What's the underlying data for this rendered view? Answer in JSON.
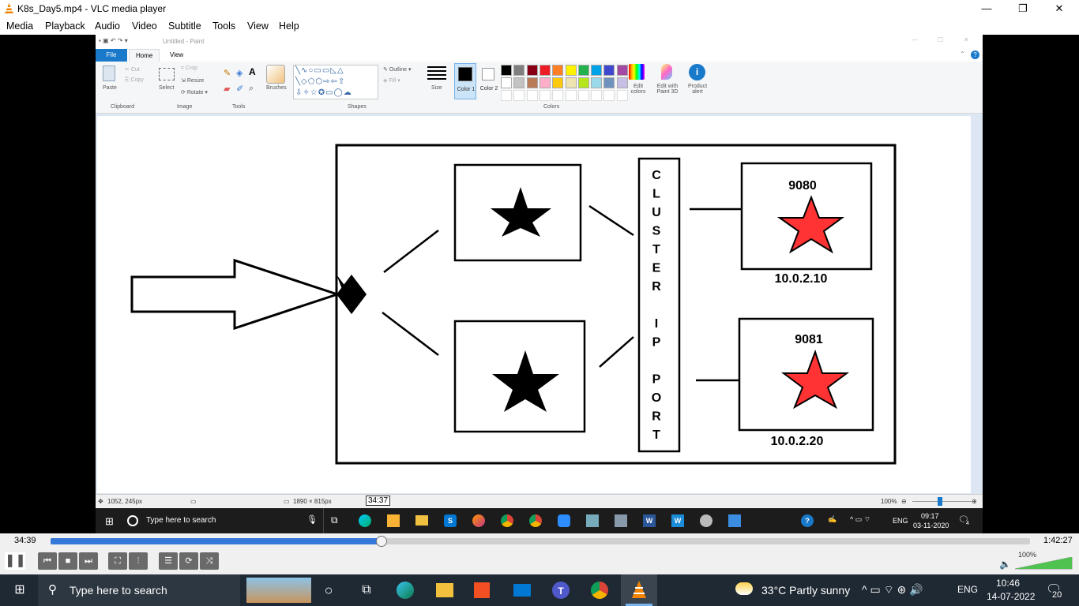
{
  "window": {
    "title": "K8s_Day5.mp4 - VLC media player",
    "minimize_icon": "—",
    "maximize_icon": "❐",
    "close_icon": "✕"
  },
  "menu": [
    "Media",
    "Playback",
    "Audio",
    "Video",
    "Subtitle",
    "Tools",
    "View",
    "Help"
  ],
  "paint": {
    "title": "Untitled - Paint",
    "tabs": [
      "File",
      "Home",
      "View"
    ],
    "clipboard": {
      "paste": "Paste",
      "cut": "Cut",
      "copy": "Copy",
      "group": "Clipboard"
    },
    "image": {
      "select": "Select",
      "crop": "Crop",
      "resize": "Resize",
      "rotate": "Rotate",
      "group": "Image"
    },
    "tools_group": "Tools",
    "brushes": "Brushes",
    "shapes": {
      "outline": "Outline",
      "fill": "Fill",
      "group": "Shapes"
    },
    "size": "Size",
    "color1": "Color 1",
    "color2": "Color 2",
    "colors_group": "Colors",
    "edit_colors": "Edit colors",
    "edit_paint3d": "Edit with Paint 3D",
    "product_alert": "Product alert",
    "palette": [
      "#000000",
      "#7f7f7f",
      "#880015",
      "#ed1c24",
      "#ff7f27",
      "#fff200",
      "#22b14c",
      "#00a2e8",
      "#3f48cc",
      "#a349a4",
      "#ffffff",
      "#c3c3c3",
      "#b97a57",
      "#ffaec9",
      "#ffc90e",
      "#efe4b0",
      "#b5e61d",
      "#99d9ea",
      "#7092be",
      "#c8bfe7"
    ],
    "status": {
      "cursor": "1052, 245px",
      "size": "1890 × 815px",
      "zoom": "100%"
    },
    "tooltip_time": "34:37",
    "diagram": {
      "cluster_label": [
        "C",
        "L",
        "U",
        "S",
        "T",
        "E",
        "R",
        "",
        "I",
        "P",
        "",
        "P",
        "O",
        "R",
        "T"
      ],
      "port_top": "9080",
      "ip_top": "10.0.2.10",
      "port_bottom": "9081",
      "ip_bottom": "10.0.2.20"
    },
    "inner_taskbar": {
      "search": "Type here to search",
      "lang": "ENG",
      "time": "09:17",
      "date": "03-11-2020",
      "notif": "4"
    }
  },
  "player": {
    "elapsed": "34:39",
    "total": "1:42:27",
    "progress": 0.338,
    "volume": "100%"
  },
  "taskbar": {
    "search": "Type here to search",
    "weather": "33°C  Partly sunny",
    "lang": "ENG",
    "time": "10:46",
    "date": "14-07-2022",
    "notif": "20"
  }
}
